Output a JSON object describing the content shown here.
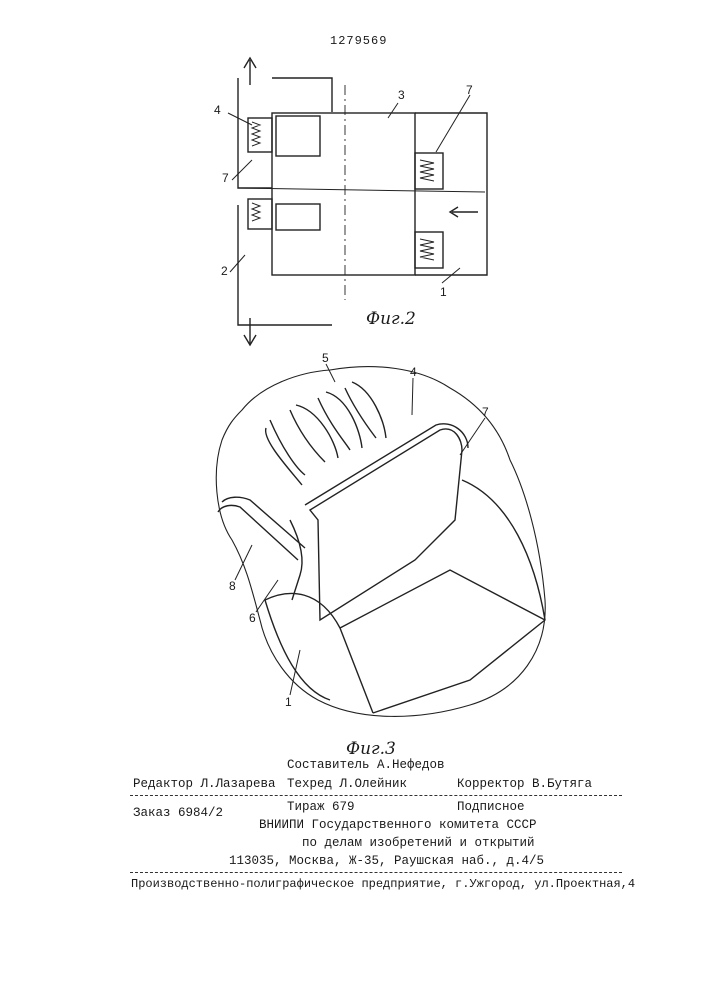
{
  "document": {
    "patent_number": "1279569"
  },
  "figure2": {
    "caption": "Фиг.2",
    "labels": {
      "a": "4",
      "b": "7",
      "c": "3",
      "d": "7",
      "e": "2",
      "f": "1"
    }
  },
  "figure3": {
    "caption": "Фиг.3",
    "labels": {
      "a": "5",
      "b": "4",
      "c": "7",
      "d": "8",
      "e": "6",
      "f": "1"
    }
  },
  "imprint": {
    "compiler": "Составитель А.Нефедов",
    "editor": "Редактор Л.Лазарева",
    "techred": "Техред Л.Олейник",
    "corrector": "Корректор В.Бутяга",
    "order": "Заказ 6984/2",
    "circulation": "Тираж 679",
    "subscription": "Подписное",
    "org_line1": "ВНИИПИ Государственного комитета СССР",
    "org_line2": "по делам изобретений и открытий",
    "address": "113035, Москва, Ж-35, Раушская наб., д.4/5",
    "printer": "Производственно-полиграфическое предприятие, г.Ужгород, ул.Проектная,4"
  }
}
